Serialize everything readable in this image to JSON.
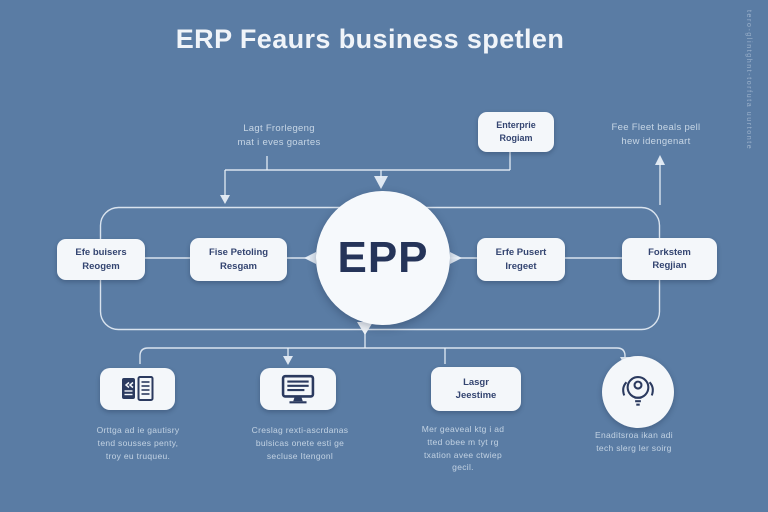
{
  "title": "ERP Feaurs business spetlen",
  "watermark": "tero-glintghnt-torfuta uurtonte",
  "colors": {
    "background": "#5a7ca4",
    "card": "#f4f7fa",
    "navy": "#2b3a5f",
    "line": "#eaf1f8",
    "title_text": "#f0f4f9",
    "note_text": "#d9e4ef"
  },
  "top": {
    "left_note": [
      "Lagt Frorlegeng",
      "mat i eves goartes"
    ],
    "enterprise": [
      "Enterprie",
      "Rogiam"
    ],
    "right_note": [
      "Fee Fleet beals pell",
      "hew idengenart"
    ]
  },
  "hub": {
    "label": "EPP"
  },
  "row": {
    "boxes": [
      [
        "Efe buisers",
        "Reogem"
      ],
      [
        "Fise Petoling",
        "Resgam"
      ],
      [
        "Erfe Pusert",
        "Iregeet"
      ],
      [
        "Forkstem",
        "Regjian"
      ]
    ]
  },
  "bottom": {
    "items": [
      {
        "icon": "clipboard-list-icon",
        "caption": [
          "Orttga ad ie gautisry",
          "tend sousses penty,",
          "troy eu truqueu."
        ]
      },
      {
        "icon": "monitor-lines-icon",
        "caption": [
          "Creslag rexti-ascrdanas",
          "bulsicas onete esti ge",
          "secluse Itengonl"
        ]
      },
      {
        "label": [
          "Lasgr",
          "Jeestime"
        ],
        "caption": [
          "Mer geaveal ktg i ad",
          "tted obee m tyt rg",
          "txation avee ctwiep",
          "gecil."
        ]
      },
      {
        "icon": "lightbulb-idea-icon",
        "caption": [
          "Enaditsroa ikan adi",
          "tech slerg ler soirg"
        ]
      }
    ]
  }
}
